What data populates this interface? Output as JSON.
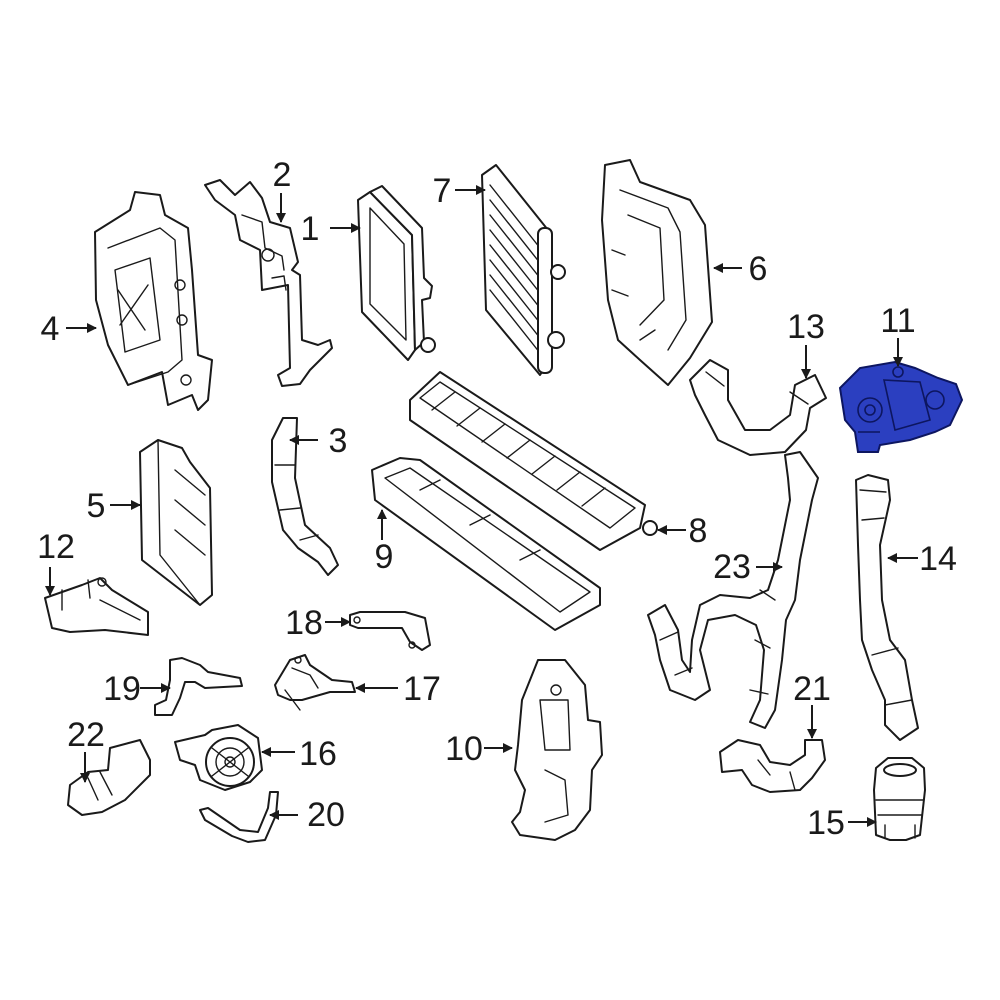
{
  "highlight_color": "#2b3fc0",
  "callouts": [
    {
      "id": "1",
      "text": "1"
    },
    {
      "id": "2",
      "text": "2"
    },
    {
      "id": "3",
      "text": "3"
    },
    {
      "id": "4",
      "text": "4"
    },
    {
      "id": "5",
      "text": "5"
    },
    {
      "id": "6",
      "text": "6"
    },
    {
      "id": "7",
      "text": "7"
    },
    {
      "id": "8",
      "text": "8"
    },
    {
      "id": "9",
      "text": "9"
    },
    {
      "id": "10",
      "text": "10"
    },
    {
      "id": "11",
      "text": "11"
    },
    {
      "id": "12",
      "text": "12"
    },
    {
      "id": "13",
      "text": "13"
    },
    {
      "id": "14",
      "text": "14"
    },
    {
      "id": "15",
      "text": "15"
    },
    {
      "id": "16",
      "text": "16"
    },
    {
      "id": "17",
      "text": "17"
    },
    {
      "id": "18",
      "text": "18"
    },
    {
      "id": "19",
      "text": "19"
    },
    {
      "id": "20",
      "text": "20"
    },
    {
      "id": "21",
      "text": "21"
    },
    {
      "id": "22",
      "text": "22"
    },
    {
      "id": "23",
      "text": "23"
    }
  ],
  "highlighted_part": "11"
}
